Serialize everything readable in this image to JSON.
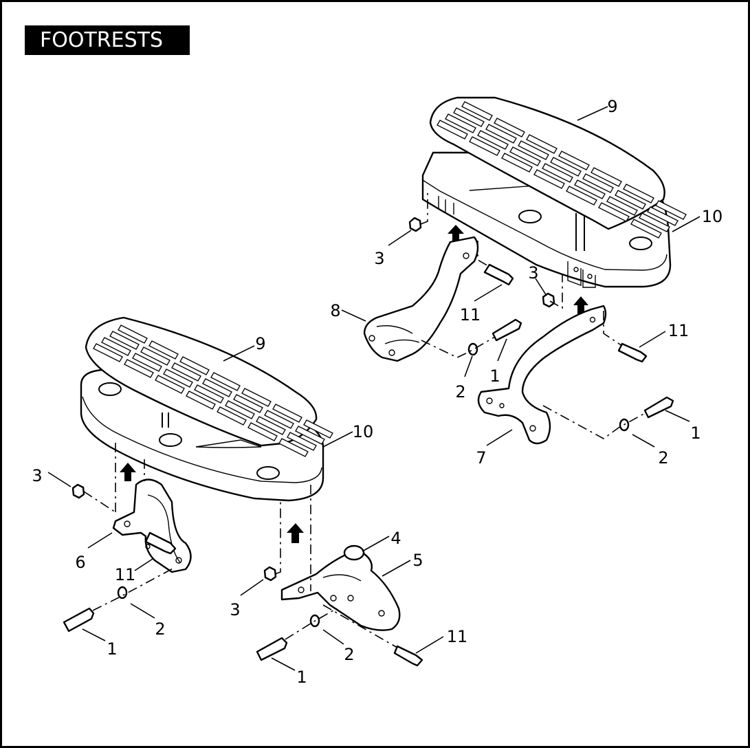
{
  "title": "FOOTRESTS",
  "callouts": [
    {
      "label": "9"
    },
    {
      "label": "10"
    },
    {
      "label": "3"
    },
    {
      "label": "3"
    },
    {
      "label": "8"
    },
    {
      "label": "11"
    },
    {
      "label": "11"
    },
    {
      "label": "1"
    },
    {
      "label": "2"
    },
    {
      "label": "7"
    },
    {
      "label": "1"
    },
    {
      "label": "2"
    },
    {
      "label": "9"
    },
    {
      "label": "10"
    },
    {
      "label": "3"
    },
    {
      "label": "6"
    },
    {
      "label": "11"
    },
    {
      "label": "2"
    },
    {
      "label": "1"
    },
    {
      "label": "4"
    },
    {
      "label": "5"
    },
    {
      "label": "3"
    },
    {
      "label": "2"
    },
    {
      "label": "1"
    },
    {
      "label": "11"
    }
  ]
}
